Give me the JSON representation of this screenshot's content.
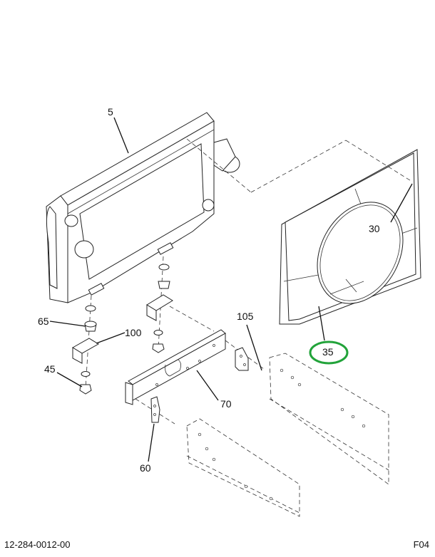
{
  "diagram": {
    "type": "exploded-parts-diagram",
    "illustration_number": "12-284-0012-00",
    "sheet_code": "F04",
    "highlight": {
      "callout": "35",
      "color": "#22a33a",
      "shape": "ellipse"
    },
    "callouts": [
      {
        "id": "5",
        "label": "5",
        "part": "radiator-assembly"
      },
      {
        "id": "30",
        "label": "30",
        "part": "fan-ring"
      },
      {
        "id": "35",
        "label": "35",
        "part": "fan-shroud"
      },
      {
        "id": "45",
        "label": "45",
        "part": "nut"
      },
      {
        "id": "60",
        "label": "60",
        "part": "bracket"
      },
      {
        "id": "65",
        "label": "65",
        "part": "isolator"
      },
      {
        "id": "70",
        "label": "70",
        "part": "crossmember"
      },
      {
        "id": "100",
        "label": "100",
        "part": "mounting-bracket"
      },
      {
        "id": "105",
        "label": "105",
        "part": "bracket"
      }
    ]
  }
}
